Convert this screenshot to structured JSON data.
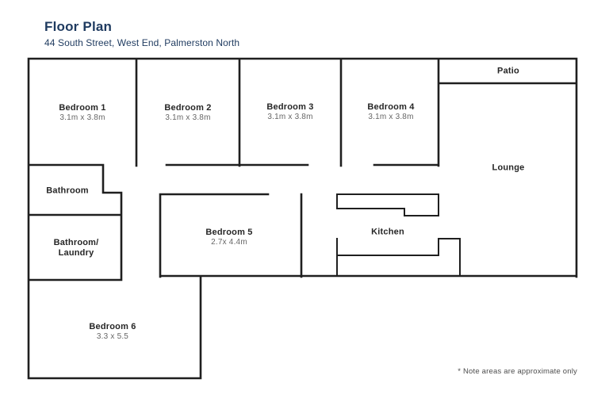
{
  "header": {
    "title": "Floor Plan",
    "subtitle": "44 South Street, West End, Palmerston North"
  },
  "rooms": {
    "bedroom1": {
      "name": "Bedroom 1",
      "dims": "3.1m x 3.8m"
    },
    "bedroom2": {
      "name": "Bedroom 2",
      "dims": "3.1m x 3.8m"
    },
    "bedroom3": {
      "name": "Bedroom 3",
      "dims": "3.1m x 3.8m"
    },
    "bedroom4": {
      "name": "Bedroom 4",
      "dims": "3.1m x 3.8m"
    },
    "patio": {
      "name": "Patio"
    },
    "lounge": {
      "name": "Lounge"
    },
    "bathroom": {
      "name": "Bathroom"
    },
    "bathroom_laundry": {
      "name_line1": "Bathroom/",
      "name_line2": "Laundry"
    },
    "bedroom5": {
      "name": "Bedroom 5",
      "dims": "2.7x 4.4m"
    },
    "kitchen": {
      "name": "Kitchen"
    },
    "bedroom6": {
      "name": "Bedroom 6",
      "dims": "3.3 x 5.5"
    }
  },
  "footnote": "* Note areas are approximate only",
  "colors": {
    "title_navy": "#1e3a5f",
    "wall_black": "#1f1f1f",
    "room_name": "#262626",
    "room_dims": "#666666",
    "note_gray": "#4d4d4d",
    "background": "#ffffff"
  }
}
